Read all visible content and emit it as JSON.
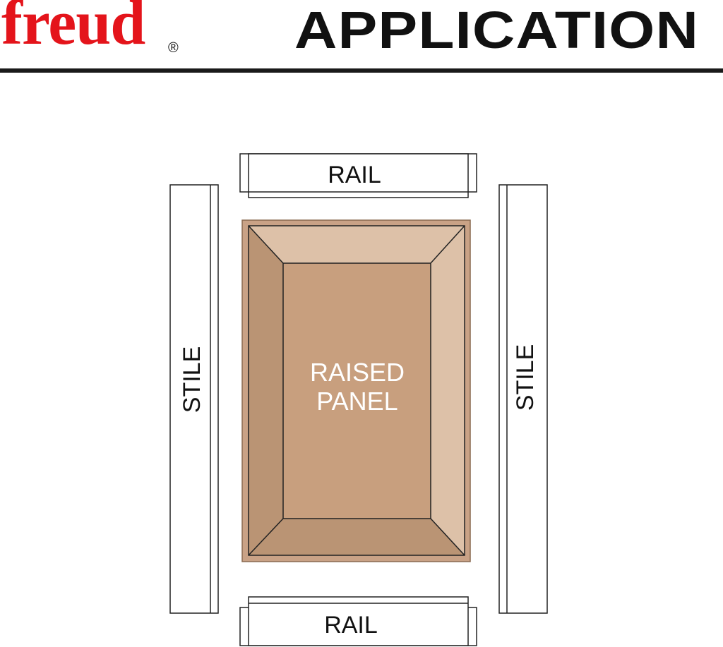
{
  "header": {
    "logo": "freud",
    "logo_mark": "®",
    "title": "APPLICATION"
  },
  "diagram": {
    "top_rail": "RAIL",
    "bottom_rail": "RAIL",
    "left_stile": "STILE",
    "right_stile": "STILE",
    "panel_line1": "RAISED",
    "panel_line2": "PANEL"
  },
  "colors": {
    "brand_red": "#e4141b",
    "ink": "#111111",
    "rule": "#1a1a1a",
    "panel_outer": "#c9a286",
    "panel_center": "#c89f7e",
    "bevel_top": "#ddc1a8",
    "bevel_right": "#ddc1a8",
    "bevel_left": "#ba9474",
    "bevel_bottom": "#ba9474",
    "panel_text": "#ffffff",
    "line": "#222222"
  }
}
